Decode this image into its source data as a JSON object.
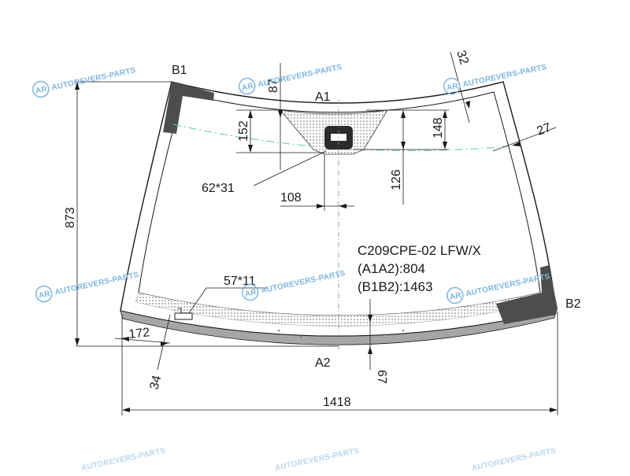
{
  "labels": {
    "b1": "B1",
    "b2": "B2",
    "a1": "A1",
    "a2": "A2"
  },
  "dimensions": {
    "height_total": "873",
    "width_total": "1418",
    "d87": "87",
    "d152": "152",
    "d148": "148",
    "d126": "126",
    "d108": "108",
    "d32": "32",
    "d27": "27",
    "d172": "172",
    "d34": "34",
    "d67": "67"
  },
  "callouts": {
    "sensor_size": "62*31",
    "vin_window": "57*11"
  },
  "info": {
    "model": "C209CPE-02 LFW/X",
    "a1a2": "(A1A2):804",
    "b1b2": "(B1B2):1463"
  },
  "watermark": {
    "text": "AUTOREVERS-PARTS",
    "logo": "AR"
  },
  "colors": {
    "line": "#1a1a1a",
    "green_band": "#5fc7a8",
    "blackout": "#4d4d4d",
    "bottom_band": "#a6a6a6",
    "watermark": "#7fb6e0"
  }
}
